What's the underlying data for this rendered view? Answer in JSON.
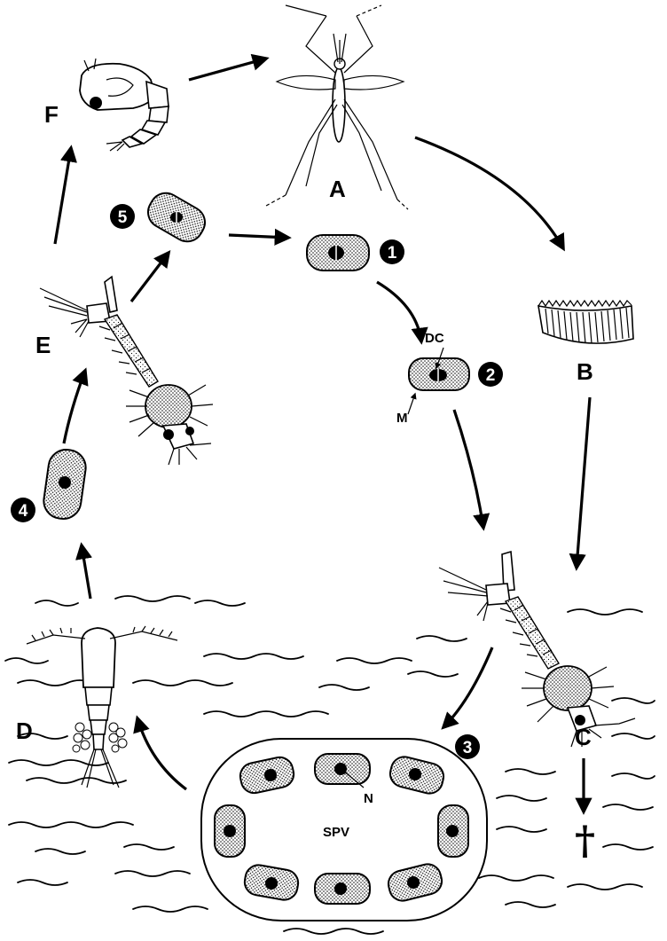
{
  "stages": {
    "A": "A",
    "B": "B",
    "C": "C",
    "D": "D",
    "E": "E",
    "F": "F"
  },
  "spore_numbers": {
    "n1": "1",
    "n2": "2",
    "n3": "3",
    "n4": "4",
    "n5": "5"
  },
  "annotations": {
    "dc": "DC",
    "m": "M",
    "n": "N",
    "spv": "SPV",
    "death": "†"
  }
}
